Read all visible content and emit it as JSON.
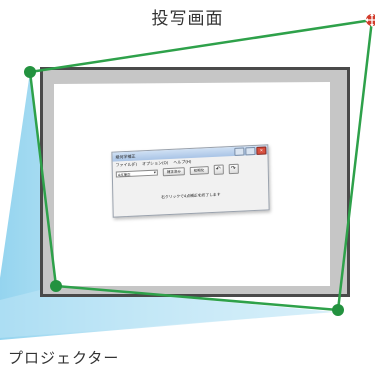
{
  "title": "投写画面",
  "projector_label": "プロジェクター",
  "colors": {
    "outline": "#2ea14a",
    "corner_marker": "#23923f",
    "active_corner": "#d23a2a",
    "screen_frame": "#4a4a4a",
    "screen_shadow": "#c6c6c6",
    "beam": "#8fd2ee"
  },
  "icons": [
    "active-corner-marker-icon",
    "corner-marker-icon"
  ],
  "dialog": {
    "title": "幾何学補正",
    "menu": [
      "ファイル(F)",
      "オプション(O)",
      "ヘルプ(H)"
    ],
    "select_value": "4点補正",
    "apply_button": "補正済み",
    "reset_button": "初期化",
    "undo_glyph": "↶",
    "redo_glyph": "↷",
    "status_text": "右クリックで4点補正を終了します"
  }
}
